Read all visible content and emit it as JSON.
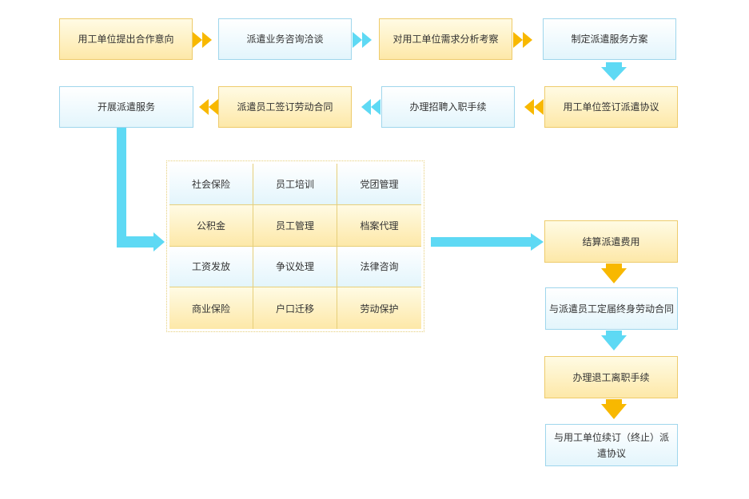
{
  "colors": {
    "yellow_arrow": "#f8b800",
    "blue_arrow": "#5ed9f4"
  },
  "flow": {
    "step1": "用工单位提出合作意向",
    "step2": "派遣业务咨询洽谈",
    "step3": "对用工单位需求分析考察",
    "step4": "制定派遣服务方案",
    "step5": "用工单位签订派遣协议",
    "step6": "办理招聘入职手续",
    "step7": "派遣员工签订劳动合同",
    "step8": "开展派遣服务",
    "step9": "结算派遣费用",
    "step10": "与派遣员工定届终身劳动合同",
    "step11": "办理退工离职手续",
    "step12": "与用工单位续订（终止）派遣协议"
  },
  "services": [
    [
      "社会保险",
      "员工培训",
      "党团管理"
    ],
    [
      "公积金",
      "员工管理",
      "档案代理"
    ],
    [
      "工资发放",
      "争议处理",
      "法律咨询"
    ],
    [
      "商业保险",
      "户口迁移",
      "劳动保护"
    ]
  ]
}
